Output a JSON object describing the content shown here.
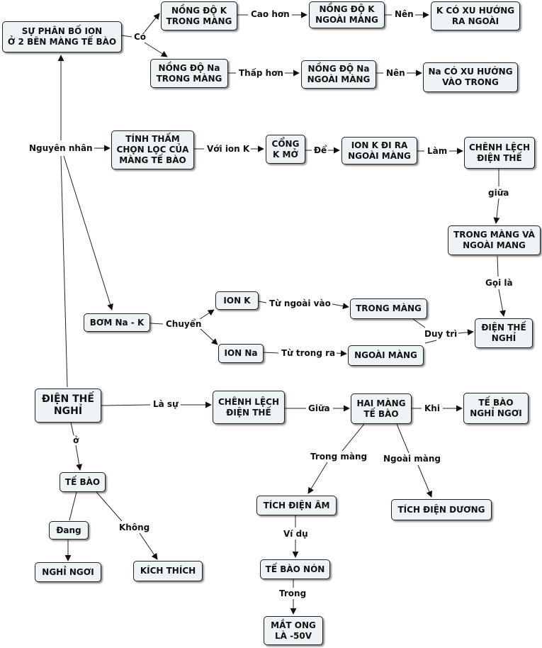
{
  "nodes": {
    "su_phan_bo": "SỰ PHÂN BỐ ION\nỞ 2 BÊN MÀNG TẾ BÀO",
    "nong_do_k_trong": "NỒNG ĐỘ K\nTRONG MÀNG",
    "nong_do_k_ngoai": "NỒNG ĐỘ K\nNGOÀI MÀNG",
    "k_xu_huong": "K CÓ XU HƯỚNG\nRA NGOÀI",
    "nong_do_na_trong": "NỒNG ĐỘ Na\nTRONG MÀNG",
    "nong_do_na_ngoai": "NỒNG ĐỘ Na\nNGOÀI MÀNG",
    "na_xu_huong": "Na CÓ XU HƯỚNG\nVÀO TRONG",
    "tinh_tham": "TÍNH THẤM\nCHỌN LỌC CỦA\nMÀNG TẾ BÀO",
    "cong_k_mo": "CỔNG\nK MỞ",
    "ion_k_di_ra": "ION K ĐI RA\nNGOÀI MÀNG",
    "chenh_lech_1": "CHÊNH LỆCH\nĐIỆN THẾ",
    "trong_ngoai": "TRONG MÀNG VÀ\nNGOÀI MANG",
    "bom": "BƠM Na - K",
    "ion_k": "ION K",
    "ion_na": "ION Na",
    "trong_mang": "TRONG MÀNG",
    "ngoai_mang": "NGOÀI MÀNG",
    "dien_the_nghi_right": "ĐIỆN THẾ\nNGHỈ",
    "dien_the_nghi_main": "ĐIỆN THẾ\nNGHỈ",
    "chenh_lech_2": "CHÊNH LỆCH\nĐIỆN THẾ",
    "hai_mang": "HAI MÀNG\nTẾ BÀO",
    "te_bao_nghi_ngoi": "TẾ BÀO\nNGHỈ NGƠI",
    "te_bao": "TẾ BÀO",
    "dang": "Đang",
    "nghi_ngoi": "NGHỈ NGƠI",
    "kich_thich": "KÍCH THÍCH",
    "tich_dien_am": "TÍCH ĐIỆN ÂM",
    "tich_dien_duong": "TÍCH ĐIỆN DƯƠNG",
    "te_bao_non": "TẾ BÀO NÓN",
    "mat_ong": "MẮT ONG\nLÀ -50V"
  },
  "labels": {
    "co": "Có",
    "cao_hon": "Cao hơn",
    "nen_1": "Nên",
    "thap_hon": "Thấp hơn",
    "nen_2": "Nên",
    "nguyen_nhan": "Nguyên nhân",
    "voi_ion_k": "Với ion K",
    "de": "Để",
    "lam": "Làm",
    "giua_lower": "giữa",
    "goi_la": "Gọi là",
    "chuyen": "Chuyển",
    "tu_ngoai_vao": "Từ ngoài vào",
    "tu_trong_ra": "Từ trong ra",
    "duy_tri": "Duy trì",
    "la_su": "Là sự",
    "giua_upper": "Giữa",
    "khi": "Khi",
    "o": "ở",
    "khong": "Không",
    "trong_mang_lbl": "Trong màng",
    "ngoai_mang_lbl": "Ngoài màng",
    "vi_du": "Ví dụ",
    "trong": "Trong"
  }
}
